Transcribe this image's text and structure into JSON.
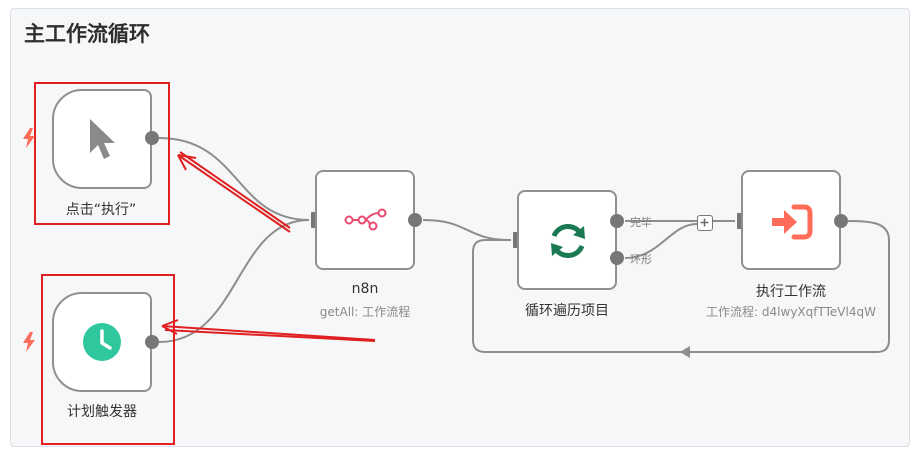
{
  "workflow": {
    "title": "主工作流循环"
  },
  "nodes": {
    "click_trigger": {
      "label": "点击“执行”",
      "icon": "cursor-icon"
    },
    "schedule_trigger": {
      "label": "计划触发器",
      "icon": "clock-icon"
    },
    "n8n": {
      "label": "n8n",
      "subtitle": "getAll: 工作流程",
      "icon": "n8n-logo-icon"
    },
    "loop": {
      "label": "循环遍历项目",
      "icon": "loop-icon",
      "outputs": [
        "完毕",
        "环形"
      ]
    },
    "execute": {
      "label": "执行工作流",
      "subtitle": "工作流程: d4lwyXqfTTeVl4qW",
      "icon": "execute-workflow-icon"
    }
  },
  "colors": {
    "accent_trigger": "#ff6d5a",
    "schedule_green": "#2fc79e",
    "loop_green": "#1b7a53",
    "n8n_pink": "#ea4b71",
    "annotation_red": "#e02020"
  }
}
